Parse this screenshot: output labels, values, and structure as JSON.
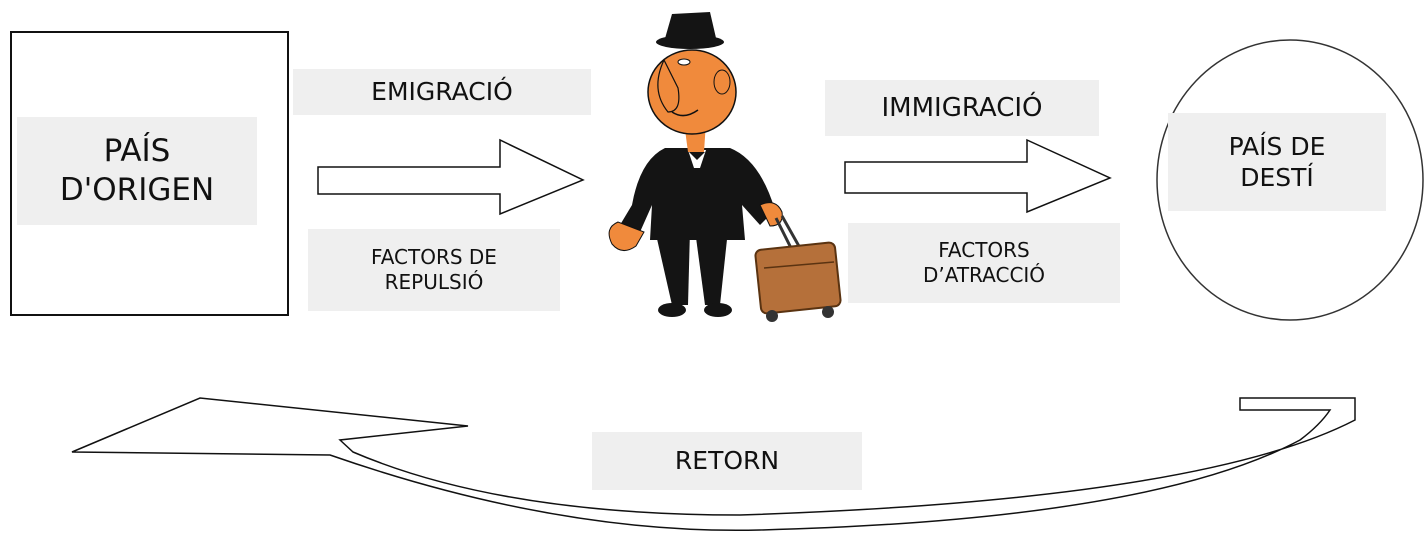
{
  "origin": {
    "label": "PAÍS\nD'ORIGEN"
  },
  "destination": {
    "label": "PAÍS DE\nDESTÍ"
  },
  "emigration": {
    "label": "EMIGRACIÓ"
  },
  "immigration": {
    "label": "IMMIGRACIÓ"
  },
  "push_factors": {
    "label": "FACTORS DE\nREPULSIÓ"
  },
  "pull_factors": {
    "label": "FACTORS\nD’ATRACCIÓ"
  },
  "return": {
    "label": "RETORN"
  },
  "colors": {
    "label_bg": "#efefef",
    "line": "#111111",
    "skin": "#f08a3c",
    "suit": "#141414",
    "luggage": "#b5703a"
  }
}
